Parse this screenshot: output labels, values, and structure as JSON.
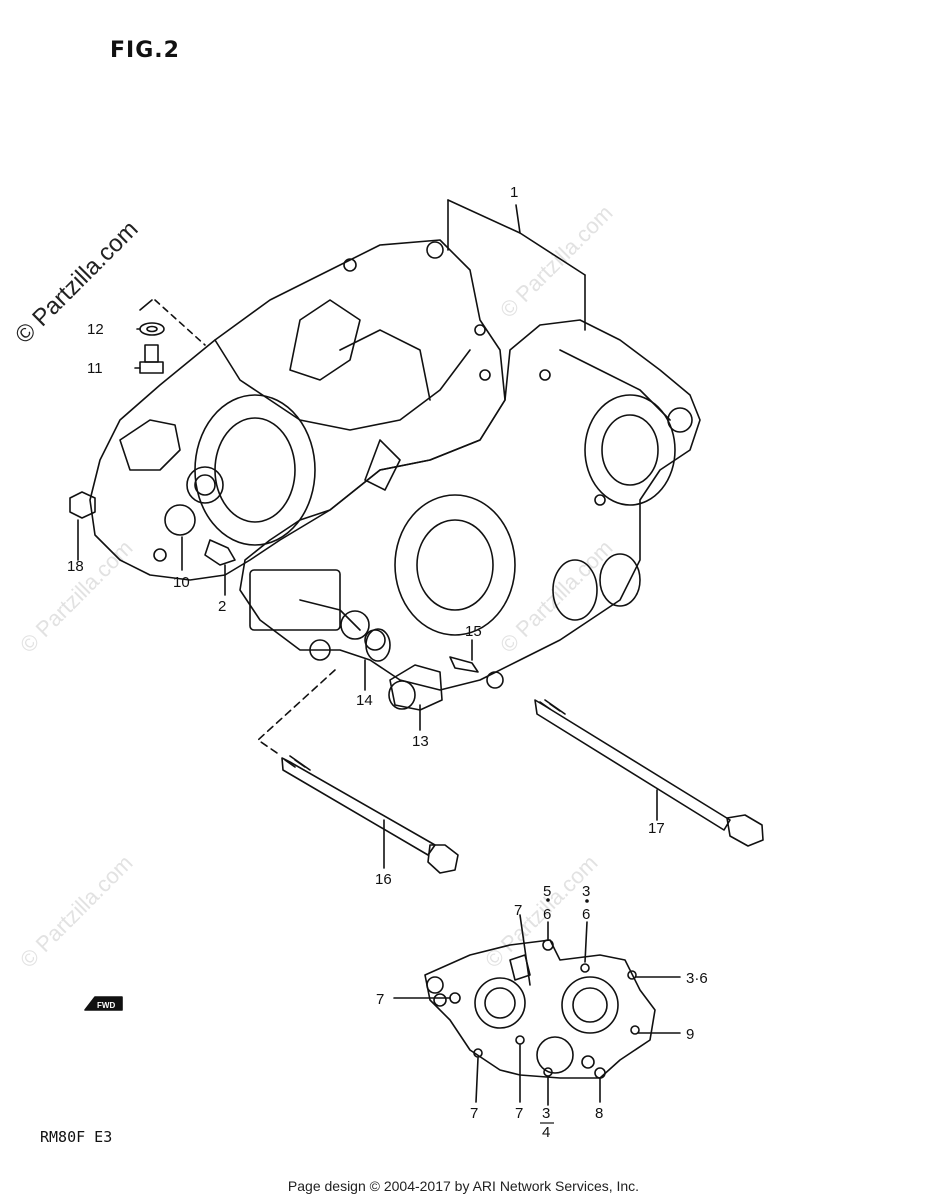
{
  "figure": {
    "title": "FIG.2",
    "model": "RM80F  E3"
  },
  "watermarks": {
    "main": "© Partzilla.com",
    "faint": "© Partzilla.com"
  },
  "footer": {
    "text": "Page design © 2004-2017 by ARI Network Services, Inc."
  },
  "fwd_arrow": {
    "label": "FWD"
  },
  "callouts": {
    "c1": "1",
    "c2": "2",
    "c10": "10",
    "c11": "11",
    "c12": "12",
    "c13": "13",
    "c14": "14",
    "c15": "15",
    "c16": "16",
    "c17": "17",
    "c18": "18"
  },
  "inset_callouts": {
    "i_5": "5",
    "i_6a": "6",
    "i_3a": "3",
    "i_6b": "6",
    "i_7top": "7",
    "i_36": "3·6",
    "i_7left": "7",
    "i_9": "9",
    "i_7b1": "7",
    "i_7b2": "7",
    "i_3b": "3",
    "i_4": "4",
    "i_8": "8"
  }
}
